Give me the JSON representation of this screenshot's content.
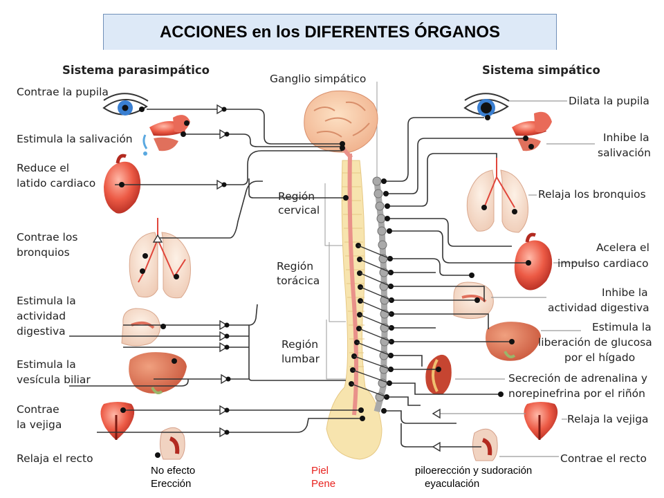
{
  "title": "ACCIONES en los DIFERENTES ÓRGANOS",
  "headers": {
    "parasympathetic": "Sistema parasimpático",
    "ganglion": "Ganglio simpático",
    "sympathetic": "Sistema simpático"
  },
  "regions": {
    "cervical": [
      "Región",
      "cervical"
    ],
    "thoracic": [
      "Región",
      "torácica"
    ],
    "lumbar": [
      "Región",
      "lumbar"
    ]
  },
  "left_actions": [
    [
      "Contrae la pupila"
    ],
    [
      "Estimula la salivación"
    ],
    [
      "Reduce el",
      "latido cardiaco"
    ],
    [
      "Contrae los",
      "bronquios"
    ],
    [
      "Estimula la",
      "actividad",
      "digestiva"
    ],
    [
      "Estimula la",
      "vesícula biliar"
    ],
    [
      "Contrae",
      "la vejiga"
    ],
    [
      "Relaja el recto"
    ]
  ],
  "right_actions": [
    [
      "Dilata la pupila"
    ],
    [
      "Inhibe la",
      "salivación"
    ],
    [
      "Relaja los bronquios"
    ],
    [
      "Acelera el",
      "impulso cardiaco"
    ],
    [
      "Inhibe la",
      "actividad digestiva"
    ],
    [
      "Estimula la",
      "liberación de glucosa",
      "por el hígado"
    ],
    [
      "Secreción de adrenalina y",
      "norepinefrina por el riñón"
    ],
    [
      "Relaja la vejiga"
    ],
    [
      "Contrae el recto"
    ]
  ],
  "footer": {
    "col1": [
      "No efecto",
      "Erección"
    ],
    "col2": [
      "Piel",
      "Pene"
    ],
    "col3": [
      "piloerección y sudoración",
      "eyaculación"
    ]
  },
  "colors": {
    "title_bg": "#dde9f7",
    "footer_red": "#e8231f",
    "spinal_cord": "#e9918a",
    "vertebrae": "#f5dfa0",
    "ganglion_chain": "#a9a9a9",
    "organ_red": "#e8453c",
    "lines": "#333333"
  }
}
